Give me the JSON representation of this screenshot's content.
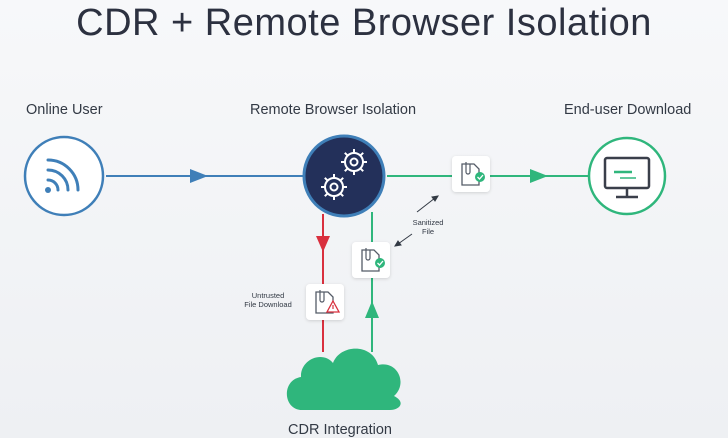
{
  "title": "CDR + Remote Browser Isolation",
  "nodes": {
    "online_user": {
      "label": "Online User",
      "icon": "wifi-signal-icon"
    },
    "rbi": {
      "label": "Remote Browser Isolation",
      "icon": "gears-icon"
    },
    "download": {
      "label": "End-user Download",
      "icon": "monitor-icon"
    },
    "cdr": {
      "label": "CDR Integration",
      "icon": "cloud-icon"
    }
  },
  "annotations": {
    "untrusted": [
      "Untrusted",
      "File Download"
    ],
    "sanitized": [
      "Sanitized",
      "File"
    ]
  },
  "colors": {
    "blue": "#3f7fb8",
    "green": "#2fb67c",
    "red": "#d9303e",
    "navy": "#23305a"
  }
}
